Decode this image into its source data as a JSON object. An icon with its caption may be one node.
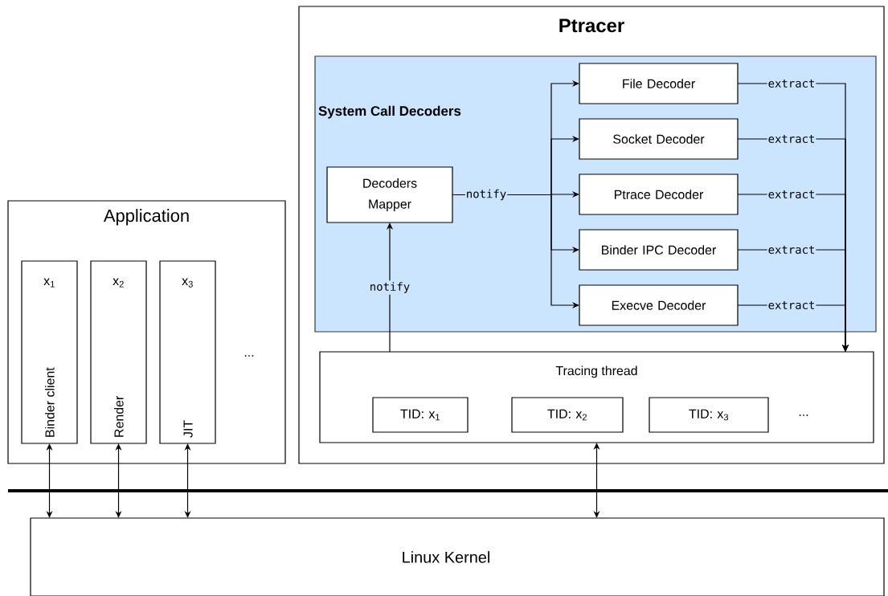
{
  "diagram": {
    "nodes": [
      {
        "text": [
          "Ptracer"
        ]
      },
      {
        "text": [
          "System Call Decoders"
        ],
        "in": 0
      },
      {
        "text": [
          "Decoders Mapper"
        ],
        "in": 1
      },
      {
        "text": [
          "File Decoder"
        ],
        "in": 1
      },
      {
        "text": [
          "Socket Decoder"
        ],
        "in": 1
      },
      {
        "text": [
          "Ptrace Decoder"
        ],
        "in": 1
      },
      {
        "text": [
          "Binder IPC Decoder"
        ],
        "in": 1
      },
      {
        "text": [
          "Execve Decoder"
        ],
        "in": 1
      },
      {
        "text": [
          "Tracing thread"
        ],
        "in": 0
      },
      {
        "text": [
          "TID: x$_{1}$"
        ],
        "in": 8
      },
      {
        "text": [
          "TID: x$_{2}$"
        ],
        "in": 8
      },
      {
        "text": [
          "TID: x$_{3}$"
        ],
        "in": 8
      },
      {
        "text": [
          "Application"
        ]
      },
      {
        "text": [
          "x$_{1}$",
          "Binder client"
        ],
        "in": 12
      },
      {
        "text": [
          "x$_{2}$",
          "Render"
        ],
        "in": 12
      },
      {
        "text": [
          "x$_{3}$",
          "JIT"
        ],
        "in": 12
      },
      {
        "text": [
          "Linux Kernel"
        ]
      }
    ],
    "edges": [
      {
        "from": 8,
        "to": 2,
        "arrow": "to",
        "label": "notify"
      },
      {
        "from": 2,
        "to": 3,
        "arrow": "to"
      },
      {
        "from": 2,
        "to": 4,
        "arrow": "to"
      },
      {
        "from": 2,
        "to": 5,
        "arrow": "to",
        "label": "notify"
      },
      {
        "from": 2,
        "to": 6,
        "arrow": "to"
      },
      {
        "from": 2,
        "to": 7,
        "arrow": "to"
      },
      {
        "from": 3,
        "to": 8,
        "arrow": "to",
        "label": "extract"
      },
      {
        "from": 4,
        "to": 8,
        "arrow": "to",
        "label": "extract"
      },
      {
        "from": 5,
        "to": 8,
        "arrow": "to",
        "label": "extract"
      },
      {
        "from": 6,
        "to": 8,
        "arrow": "to",
        "label": "extract"
      },
      {
        "from": 7,
        "to": 8,
        "arrow": "to",
        "label": "extract"
      },
      {
        "from": 13,
        "to": 16,
        "arrow": "both"
      },
      {
        "from": 14,
        "to": 16,
        "arrow": "both"
      },
      {
        "from": 15,
        "to": 16,
        "arrow": "both"
      },
      {
        "from": 8,
        "to": 16,
        "arrow": "both"
      }
    ],
    "labels": [
      "...",
      "..."
    ]
  }
}
